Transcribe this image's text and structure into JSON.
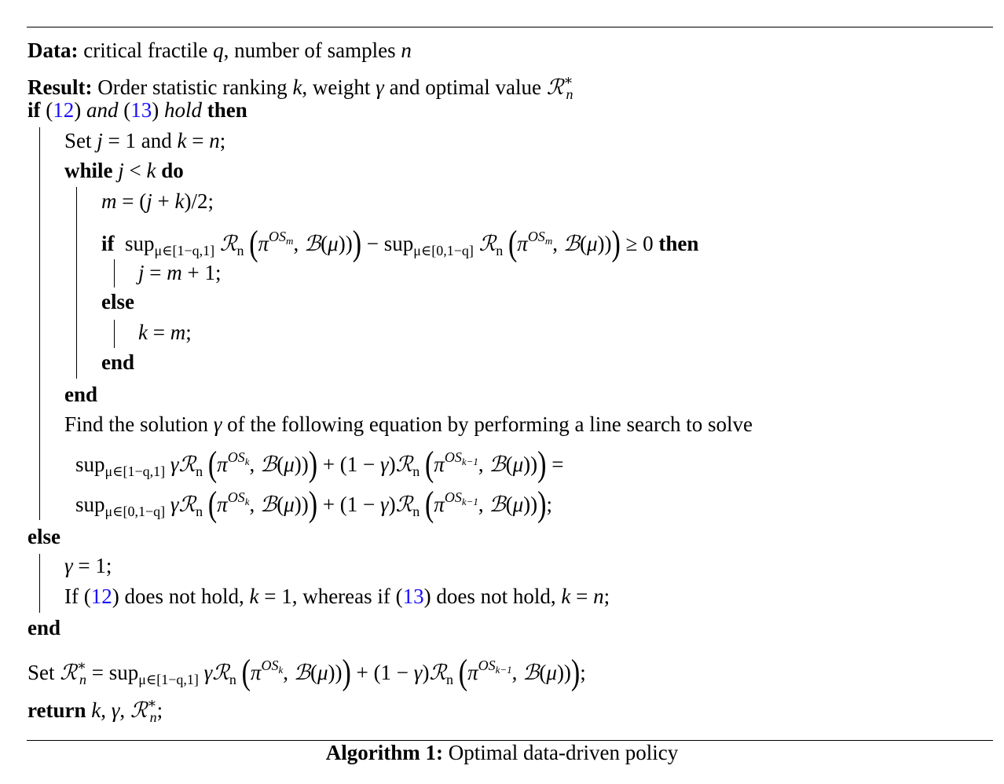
{
  "algorithm": {
    "lines": [
      [
        [
          "b",
          "Data:"
        ],
        [
          "r",
          " critical fractile "
        ],
        [
          "i",
          "q"
        ],
        [
          "r",
          ", number of samples "
        ],
        [
          "i",
          "n"
        ]
      ],
      [
        [
          "b",
          "Result:"
        ],
        [
          "r",
          " Order statistic ranking "
        ],
        [
          "i",
          "k"
        ],
        [
          "r",
          ", weight "
        ],
        [
          "i",
          "γ"
        ],
        [
          "r",
          " and optimal value "
        ],
        [
          "i",
          "ℛ"
        ],
        [
          "sup",
          "∗"
        ],
        [
          "subn",
          "n"
        ]
      ],
      [
        [
          "b",
          "if"
        ],
        [
          "r",
          " ("
        ],
        [
          "l",
          "12"
        ],
        [
          "r",
          ") "
        ],
        [
          "i",
          "and"
        ],
        [
          "r",
          " ("
        ],
        [
          "l",
          "13"
        ],
        [
          "r",
          ") "
        ],
        [
          "i",
          "hold"
        ],
        [
          "r",
          " "
        ],
        [
          "b",
          "then"
        ]
      ],
      [
        [
          "r",
          "Set "
        ],
        [
          "i",
          "j"
        ],
        [
          "r",
          " = 1 and "
        ],
        [
          "i",
          "k"
        ],
        [
          "r",
          " = "
        ],
        [
          "i",
          "n"
        ],
        [
          "r",
          ";"
        ]
      ],
      [
        [
          "b",
          "while"
        ],
        [
          "r",
          " "
        ],
        [
          "i",
          "j"
        ],
        [
          "r",
          " < "
        ],
        [
          "i",
          "k"
        ],
        [
          "r",
          " "
        ],
        [
          "b",
          "do"
        ]
      ],
      [
        [
          "i",
          "m"
        ],
        [
          "r",
          " = ("
        ],
        [
          "i",
          "j"
        ],
        [
          "r",
          " + "
        ],
        [
          "i",
          "k"
        ],
        [
          "r",
          ")/2;"
        ]
      ],
      [
        [
          "b",
          "if"
        ],
        [
          "r",
          "  sup"
        ],
        [
          "sub",
          "μ∈[1−q,1]"
        ],
        [
          "r",
          " "
        ],
        [
          "i",
          "ℛ"
        ],
        [
          "sub",
          "n"
        ],
        [
          "r",
          " "
        ],
        [
          "bp",
          "("
        ],
        [
          "i",
          "π"
        ],
        [
          "sup",
          "OS",
          "m"
        ],
        [
          "r",
          ", "
        ],
        [
          "i",
          "ℬ"
        ],
        [
          "r",
          "("
        ],
        [
          "i",
          "μ"
        ],
        [
          "r",
          "))"
        ],
        [
          "bp",
          ")"
        ],
        [
          "r",
          " − sup"
        ],
        [
          "sub",
          "μ∈[0,1−q]"
        ],
        [
          "r",
          " "
        ],
        [
          "i",
          "ℛ"
        ],
        [
          "sub",
          "n"
        ],
        [
          "r",
          " "
        ],
        [
          "bp",
          "("
        ],
        [
          "i",
          "π"
        ],
        [
          "sup",
          "OS",
          "m"
        ],
        [
          "r",
          ", "
        ],
        [
          "i",
          "ℬ"
        ],
        [
          "r",
          "("
        ],
        [
          "i",
          "μ"
        ],
        [
          "r",
          "))"
        ],
        [
          "bp",
          ")"
        ],
        [
          "r",
          " ≥ 0 "
        ],
        [
          "b",
          "then"
        ]
      ],
      [
        [
          "i",
          "j"
        ],
        [
          "r",
          " = "
        ],
        [
          "i",
          "m"
        ],
        [
          "r",
          " + 1;"
        ]
      ],
      [
        [
          "b",
          "else"
        ]
      ],
      [
        [
          "i",
          "k"
        ],
        [
          "r",
          " = "
        ],
        [
          "i",
          "m"
        ],
        [
          "r",
          ";"
        ]
      ],
      [
        [
          "b",
          "end"
        ]
      ],
      [
        [
          "b",
          "end"
        ]
      ],
      [
        [
          "r",
          "Find the solution "
        ],
        [
          "i",
          "γ"
        ],
        [
          "r",
          " of the following equation by performing a line search to solve"
        ]
      ],
      [
        [
          "r",
          "sup"
        ],
        [
          "sub",
          "μ∈[1−q,1]"
        ],
        [
          "r",
          " "
        ],
        [
          "i",
          "γℛ"
        ],
        [
          "sub",
          "n"
        ],
        [
          "r",
          " "
        ],
        [
          "bp",
          "("
        ],
        [
          "i",
          "π"
        ],
        [
          "sup",
          "OS",
          "k"
        ],
        [
          "r",
          ", "
        ],
        [
          "i",
          "ℬ"
        ],
        [
          "r",
          "("
        ],
        [
          "i",
          "μ"
        ],
        [
          "r",
          "))"
        ],
        [
          "bp",
          ")"
        ],
        [
          "r",
          " + (1 − "
        ],
        [
          "i",
          "γ"
        ],
        [
          "r",
          ")"
        ],
        [
          "i",
          "ℛ"
        ],
        [
          "sub",
          "n"
        ],
        [
          "r",
          " "
        ],
        [
          "bp",
          "("
        ],
        [
          "i",
          "π"
        ],
        [
          "sup",
          "OS",
          "k−1"
        ],
        [
          "r",
          ", "
        ],
        [
          "i",
          "ℬ"
        ],
        [
          "r",
          "("
        ],
        [
          "i",
          "μ"
        ],
        [
          "r",
          "))"
        ],
        [
          "bp",
          ")"
        ],
        [
          "r",
          " ="
        ]
      ],
      [
        [
          "r",
          "sup"
        ],
        [
          "sub",
          "μ∈[0,1−q]"
        ],
        [
          "r",
          " "
        ],
        [
          "i",
          "γℛ"
        ],
        [
          "sub",
          "n"
        ],
        [
          "r",
          " "
        ],
        [
          "bp",
          "("
        ],
        [
          "i",
          "π"
        ],
        [
          "sup",
          "OS",
          "k"
        ],
        [
          "r",
          ", "
        ],
        [
          "i",
          "ℬ"
        ],
        [
          "r",
          "("
        ],
        [
          "i",
          "μ"
        ],
        [
          "r",
          "))"
        ],
        [
          "bp",
          ")"
        ],
        [
          "r",
          " + (1 − "
        ],
        [
          "i",
          "γ"
        ],
        [
          "r",
          ")"
        ],
        [
          "i",
          "ℛ"
        ],
        [
          "sub",
          "n"
        ],
        [
          "r",
          " "
        ],
        [
          "bp",
          "("
        ],
        [
          "i",
          "π"
        ],
        [
          "sup",
          "OS",
          "k−1"
        ],
        [
          "r",
          ", "
        ],
        [
          "i",
          "ℬ"
        ],
        [
          "r",
          "("
        ],
        [
          "i",
          "μ"
        ],
        [
          "r",
          "))"
        ],
        [
          "bp",
          ")"
        ],
        [
          "r",
          ";"
        ]
      ],
      [
        [
          "b",
          "else"
        ]
      ],
      [
        [
          "i",
          "γ"
        ],
        [
          "r",
          " = 1;"
        ]
      ],
      [
        [
          "r",
          "If ("
        ],
        [
          "l",
          "12"
        ],
        [
          "r",
          ") does not hold, "
        ],
        [
          "i",
          "k"
        ],
        [
          "r",
          " = 1, whereas if ("
        ],
        [
          "l",
          "13"
        ],
        [
          "r",
          ") does not hold, "
        ],
        [
          "i",
          "k"
        ],
        [
          "r",
          " = "
        ],
        [
          "i",
          "n"
        ],
        [
          "r",
          ";"
        ]
      ],
      [
        [
          "b",
          "end"
        ]
      ],
      [
        [
          "r",
          "Set "
        ],
        [
          "i",
          "ℛ"
        ],
        [
          "sup",
          "∗"
        ],
        [
          "subn",
          "n"
        ],
        [
          "r",
          " = sup"
        ],
        [
          "sub",
          "μ∈[1−q,1]"
        ],
        [
          "r",
          " "
        ],
        [
          "i",
          "γℛ"
        ],
        [
          "sub",
          "n"
        ],
        [
          "r",
          " "
        ],
        [
          "bp",
          "("
        ],
        [
          "i",
          "π"
        ],
        [
          "sup",
          "OS",
          "k"
        ],
        [
          "r",
          ", "
        ],
        [
          "i",
          "ℬ"
        ],
        [
          "r",
          "("
        ],
        [
          "i",
          "μ"
        ],
        [
          "r",
          "))"
        ],
        [
          "bp",
          ")"
        ],
        [
          "r",
          " + (1 − "
        ],
        [
          "i",
          "γ"
        ],
        [
          "r",
          ")"
        ],
        [
          "i",
          "ℛ"
        ],
        [
          "sub",
          "n"
        ],
        [
          "r",
          " "
        ],
        [
          "bp",
          "("
        ],
        [
          "i",
          "π"
        ],
        [
          "sup",
          "OS",
          "k−1"
        ],
        [
          "r",
          ", "
        ],
        [
          "i",
          "ℬ"
        ],
        [
          "r",
          "("
        ],
        [
          "i",
          "μ"
        ],
        [
          "r",
          "))"
        ],
        [
          "bp",
          ")"
        ],
        [
          "r",
          ";"
        ]
      ],
      [
        [
          "b",
          "return"
        ],
        [
          "r",
          " "
        ],
        [
          "i",
          "k"
        ],
        [
          "r",
          ", "
        ],
        [
          "i",
          "γ"
        ],
        [
          "r",
          ", "
        ],
        [
          "i",
          "ℛ"
        ],
        [
          "sup",
          "∗"
        ],
        [
          "subn",
          "n"
        ],
        [
          "r",
          ";"
        ]
      ]
    ],
    "caption_label": "Algorithm 1:",
    "caption_text": " Optimal data-driven policy",
    "link_color": "#1a0dff"
  }
}
